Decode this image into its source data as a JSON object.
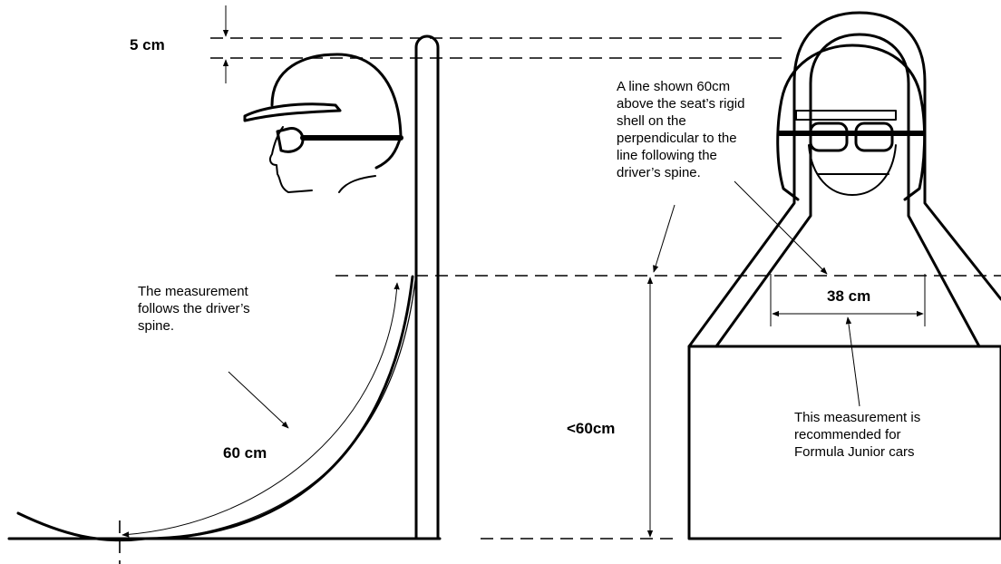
{
  "labels": {
    "top_gap": "5 cm",
    "spine_note": [
      "The measurement",
      "follows the driver’s",
      "spine."
    ],
    "spine_length": "60 cm",
    "line_note": [
      "A line shown 60cm",
      "above the seat’s rigid",
      "shell on the",
      "perpendicular to the",
      "line following the",
      "driver’s spine."
    ],
    "height_limit": "<60cm",
    "shoulder_width": "38 cm",
    "recommend_note": [
      "This measurement is",
      "recommended for",
      "Formula Junior cars"
    ]
  }
}
